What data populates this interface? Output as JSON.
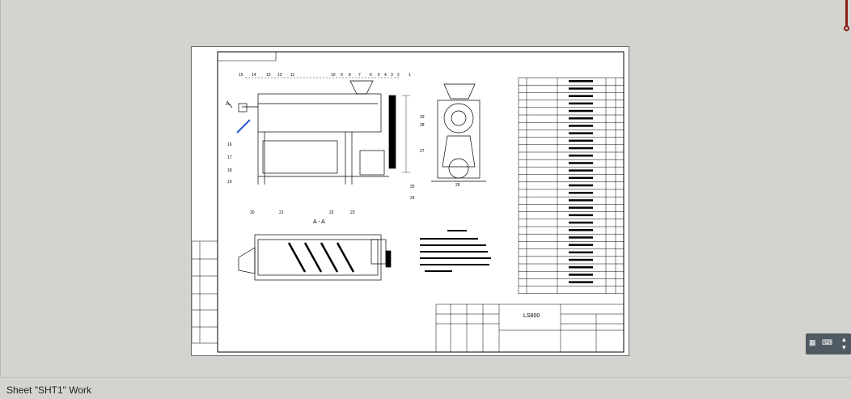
{
  "status": {
    "sheet_text": "Sheet \"SHT1\" Work"
  },
  "icons": {
    "scroll": "vertical-scroll-thumb-icon",
    "keyboard": "keyboard-icon",
    "grid": "grid-icon"
  },
  "colors": {
    "background": "#d4d3d0",
    "sheet": "#ffffff",
    "scroll_thumb": "#8b1e12",
    "accent_line": "#2a5ad8"
  },
  "drawing": {
    "section_label": "A - A",
    "view_marker": "A",
    "part_numbers_top": [
      "15",
      "14",
      "13",
      "12",
      "11",
      "10",
      "9",
      "8",
      "7",
      "6",
      "5",
      "4",
      "3",
      "2",
      "1"
    ],
    "part_numbers_left": [
      "16",
      "17",
      "18",
      "19"
    ],
    "part_numbers_bottom": [
      "24",
      "25"
    ],
    "part_numbers_side": [
      "29",
      "28",
      "27",
      "26"
    ],
    "part_numbers_section": [
      "20",
      "21",
      "22",
      "23"
    ],
    "title_block": "LS800"
  }
}
